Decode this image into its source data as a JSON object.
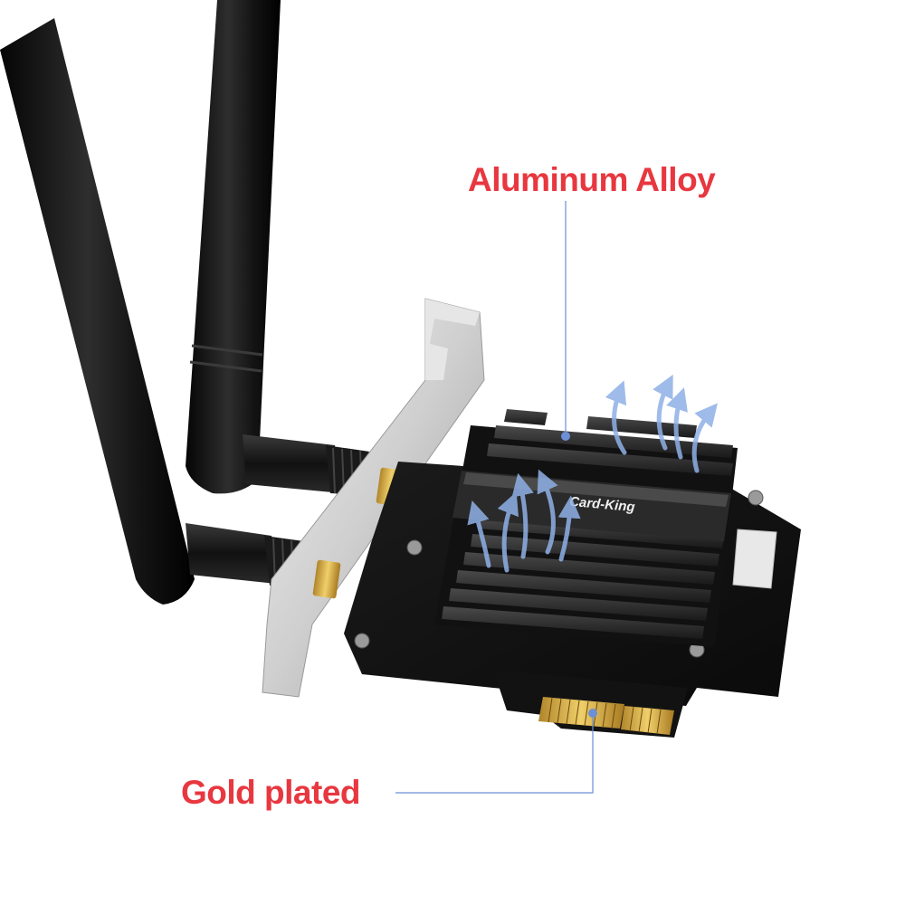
{
  "callouts": {
    "aluminum_alloy": "Aluminum Alloy",
    "gold_plated": "Gold plated"
  },
  "brand": {
    "heatsink_logo": "Card-King"
  },
  "colors": {
    "callout_text": "#e8373f",
    "leader_line": "#6c8fd6",
    "airflow": "#8fb0e6"
  },
  "icons": {
    "airflow": "airflow-arrow-icon",
    "leader_dot": "callout-dot-icon"
  }
}
